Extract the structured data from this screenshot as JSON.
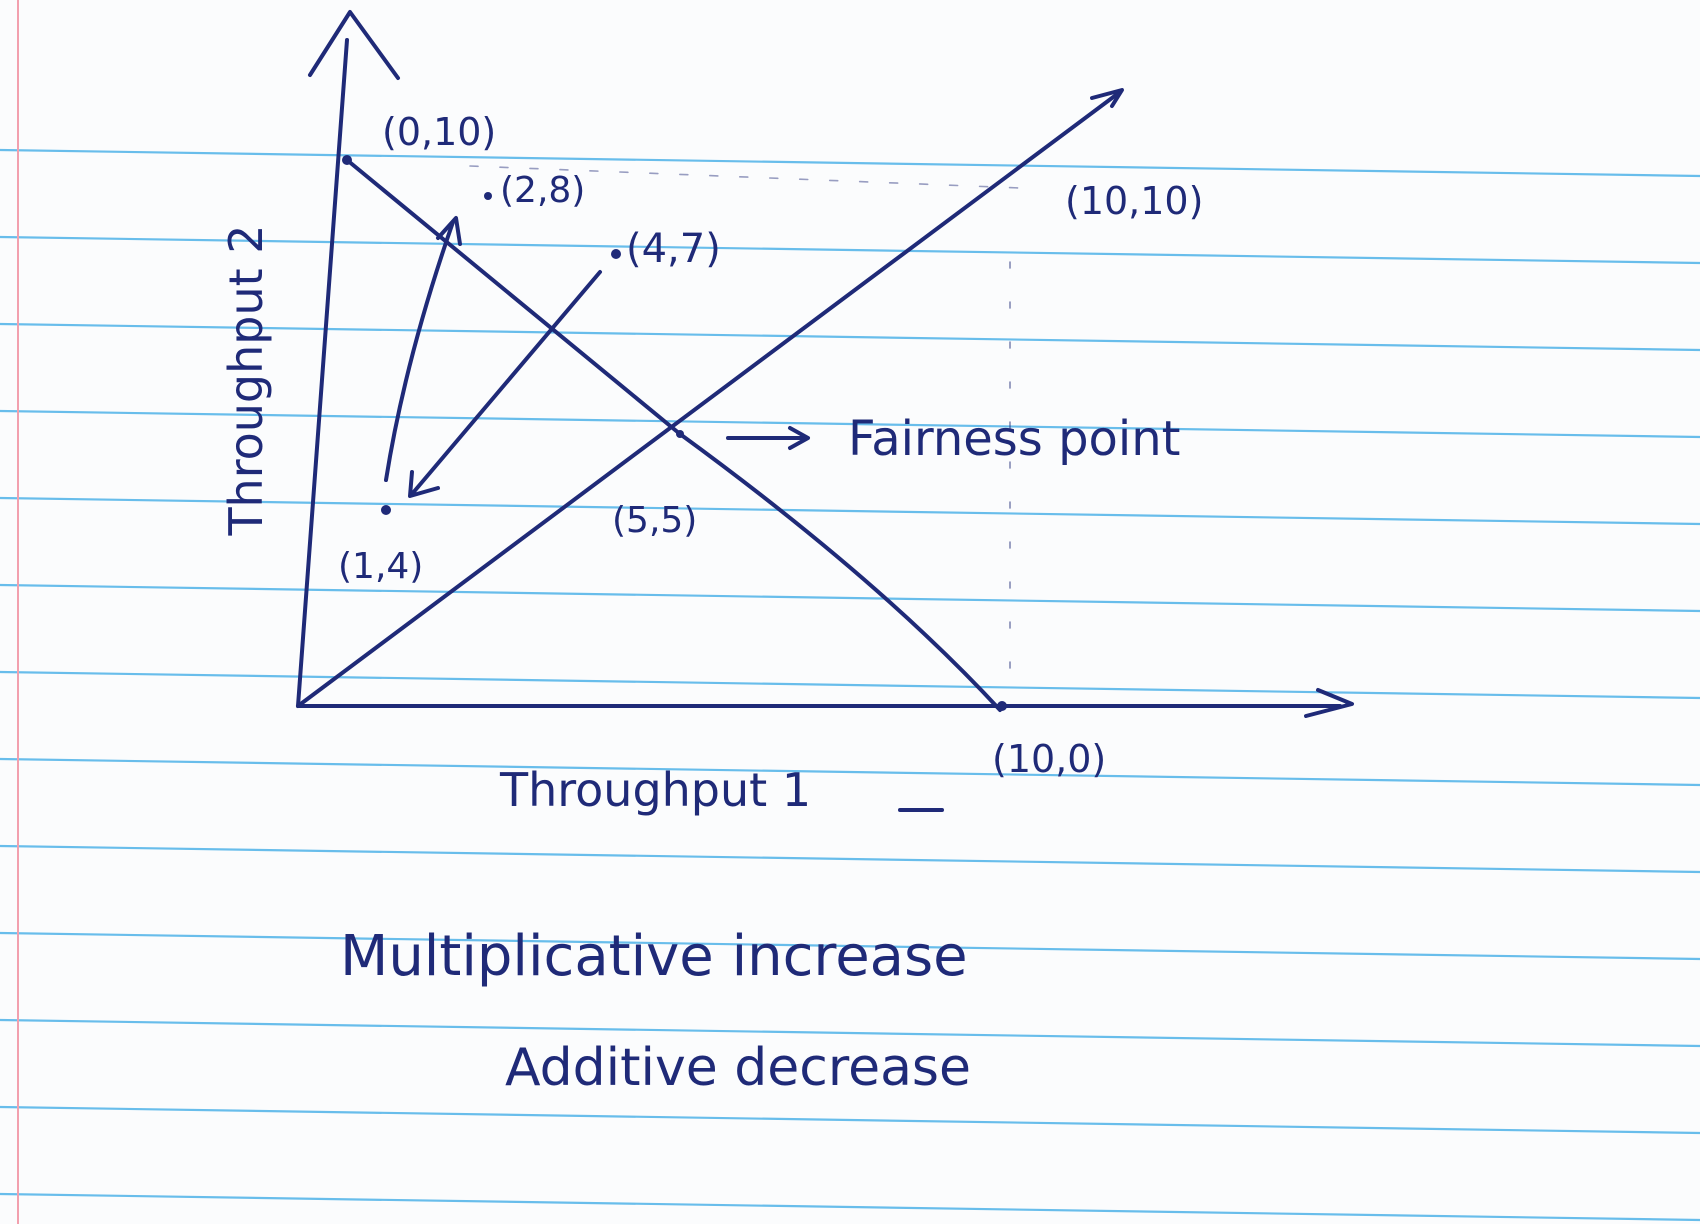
{
  "page": {
    "paper": "ruled-notebook",
    "rule_color": "#4fb3e8",
    "margin_color": "#f2a0ae",
    "ink_color": "#1f2a78"
  },
  "diagram": {
    "axes": {
      "y_label": "Throughput 2",
      "x_label": "Throughput 1"
    },
    "points": {
      "p_0_10": "(0,10)",
      "p_2_8": "(2,8)",
      "p_4_7": "(4,7)",
      "p_10_10": "(10,10)",
      "p_5_5": "(5,5)",
      "p_1_4": "(1,4)",
      "p_10_0": "(10,0)"
    },
    "fairness_label": "Fairness point",
    "caption": {
      "line1": "Multiplicative increase",
      "line2": "Additive decrease"
    }
  }
}
